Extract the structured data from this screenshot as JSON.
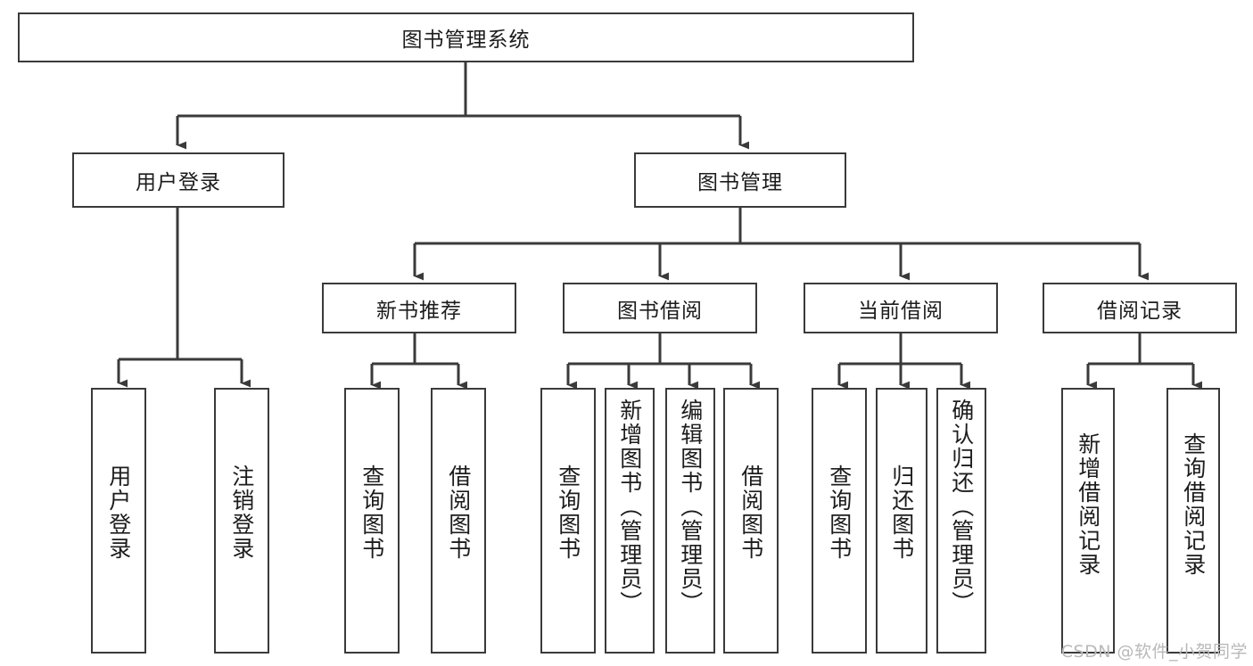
{
  "diagram": {
    "title": "图书管理系统",
    "type": "hierarchy-tree",
    "root": {
      "label": "图书管理系统"
    },
    "level2": [
      {
        "label": "用户登录"
      },
      {
        "label": "图书管理"
      }
    ],
    "level3": [
      {
        "label": "新书推荐"
      },
      {
        "label": "图书借阅"
      },
      {
        "label": "当前借阅"
      },
      {
        "label": "借阅记录"
      }
    ],
    "leaves": {
      "user_login": [
        {
          "label": "用户登录"
        },
        {
          "label": "注销登录"
        }
      ],
      "new_book_recommend": [
        {
          "label": "查询图书"
        },
        {
          "label": "借阅图书"
        }
      ],
      "book_borrow": [
        {
          "label": "查询图书"
        },
        {
          "label": "新增图书（管理员）"
        },
        {
          "label": "编辑图书（管理员）"
        },
        {
          "label": "借阅图书"
        }
      ],
      "current_borrow": [
        {
          "label": "查询图书"
        },
        {
          "label": "归还图书"
        },
        {
          "label": "确认归还（管理员）"
        }
      ],
      "borrow_records": [
        {
          "label": "新增借阅记录"
        },
        {
          "label": "查询借阅记录"
        }
      ]
    },
    "watermark": "CSDN @软件_小贺同学",
    "colors": {
      "stroke": "#3a3a3a",
      "fill": "#ffffff",
      "text": "#1c1c1c",
      "watermark": "#b9b9b9"
    }
  }
}
